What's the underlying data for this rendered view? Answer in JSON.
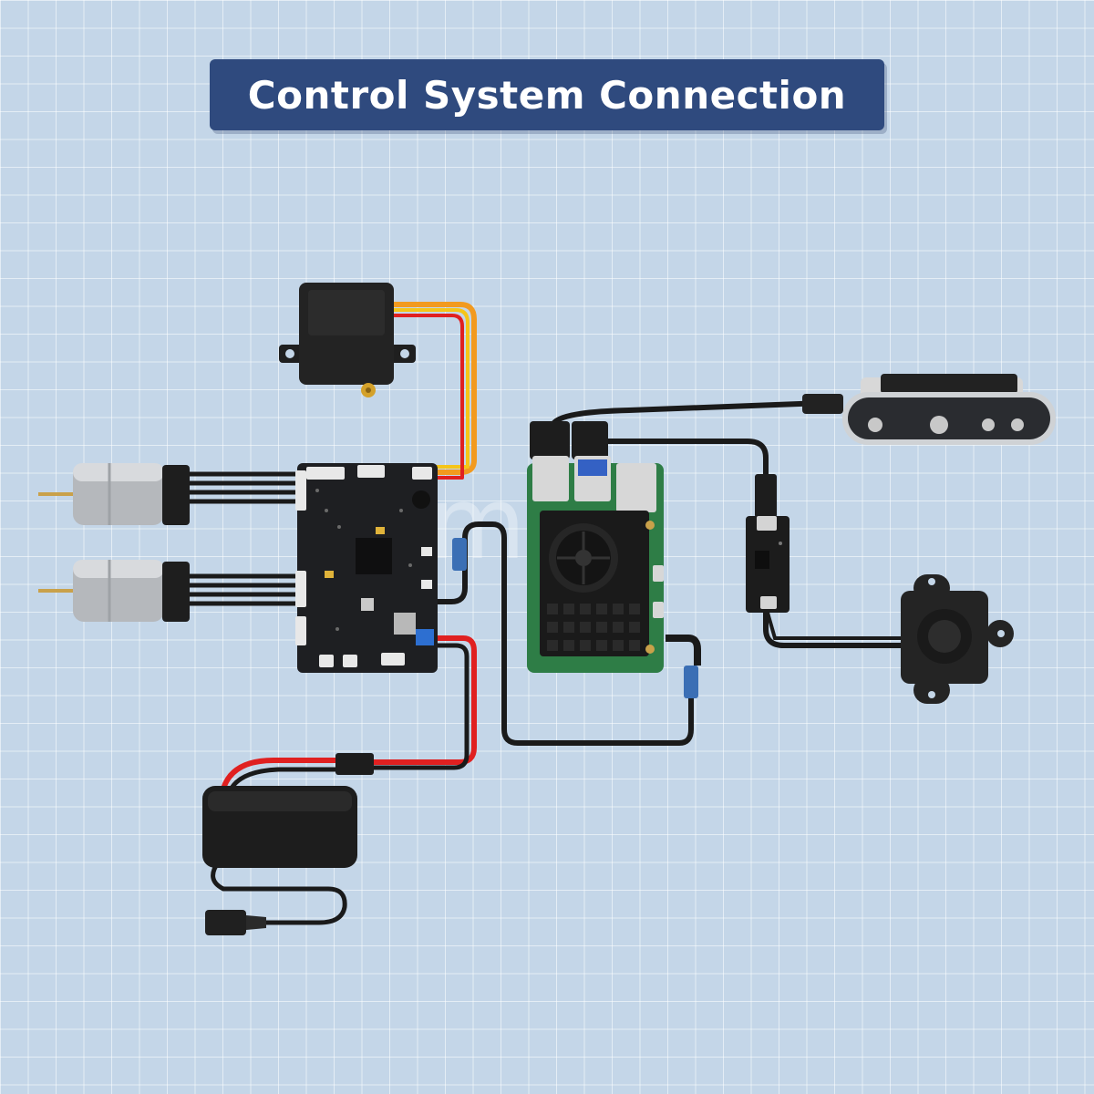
{
  "title": "Control System Connection",
  "watermark": "Aimbs",
  "components": {
    "servo": "servo-motor",
    "motor_top": "dc-geared-motor",
    "motor_bottom": "dc-geared-motor",
    "controller": "motor-controller-board",
    "sbc": "single-board-computer",
    "camera": "depth-camera",
    "adapter": "usb-adapter-board",
    "lidar": "lidar-sensor",
    "battery": "battery-pack"
  },
  "colors": {
    "background": "#c4d6e8",
    "banner": "#2f4a7e",
    "wire_red": "#e02020",
    "wire_black": "#1a1a1a",
    "wire_orange": "#f29a1f",
    "wire_yellow": "#f5c518",
    "pcb_black": "#1e1f22",
    "pcb_green": "#2e7d46"
  }
}
